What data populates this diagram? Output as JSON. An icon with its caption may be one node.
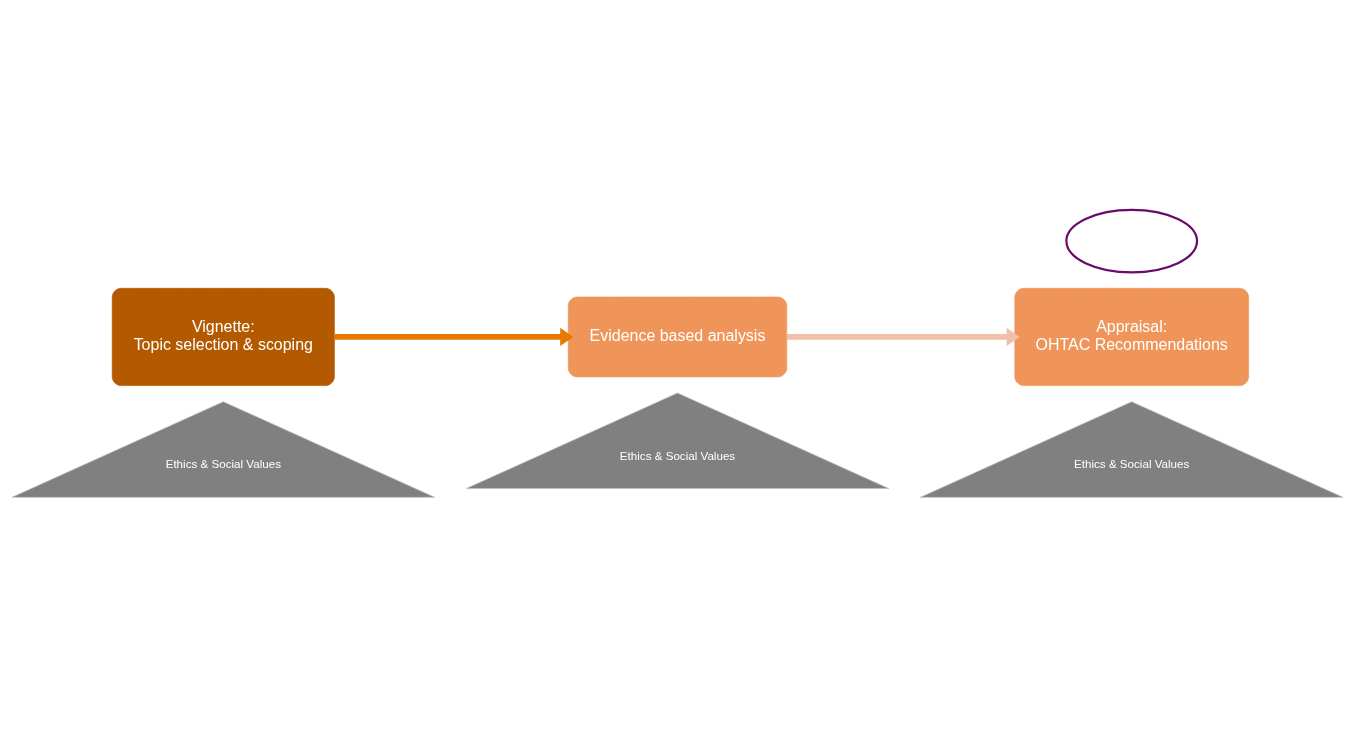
{
  "diagram": {
    "nodes": [
      {
        "text": [
          "Vignette:",
          "Topic selection & scoping"
        ]
      },
      {
        "text": [
          "Evidence based analysis"
        ]
      },
      {
        "text": [
          "Appraisal:",
          "OHTAC Recommendations"
        ]
      },
      {
        "text": [
          "Ethics & Social Values"
        ]
      },
      {
        "text": [
          "Ethics & Social Values"
        ]
      },
      {
        "text": [
          "Ethics & Social Values"
        ]
      },
      {
        "text": [],
        "shape": "ellipse"
      }
    ],
    "edges": [
      {
        "from": 0,
        "to": 1,
        "arrow": "to",
        "color": "#e87800"
      },
      {
        "from": 1,
        "to": 2,
        "arrow": "to",
        "color": "#f0c0a8"
      }
    ]
  }
}
